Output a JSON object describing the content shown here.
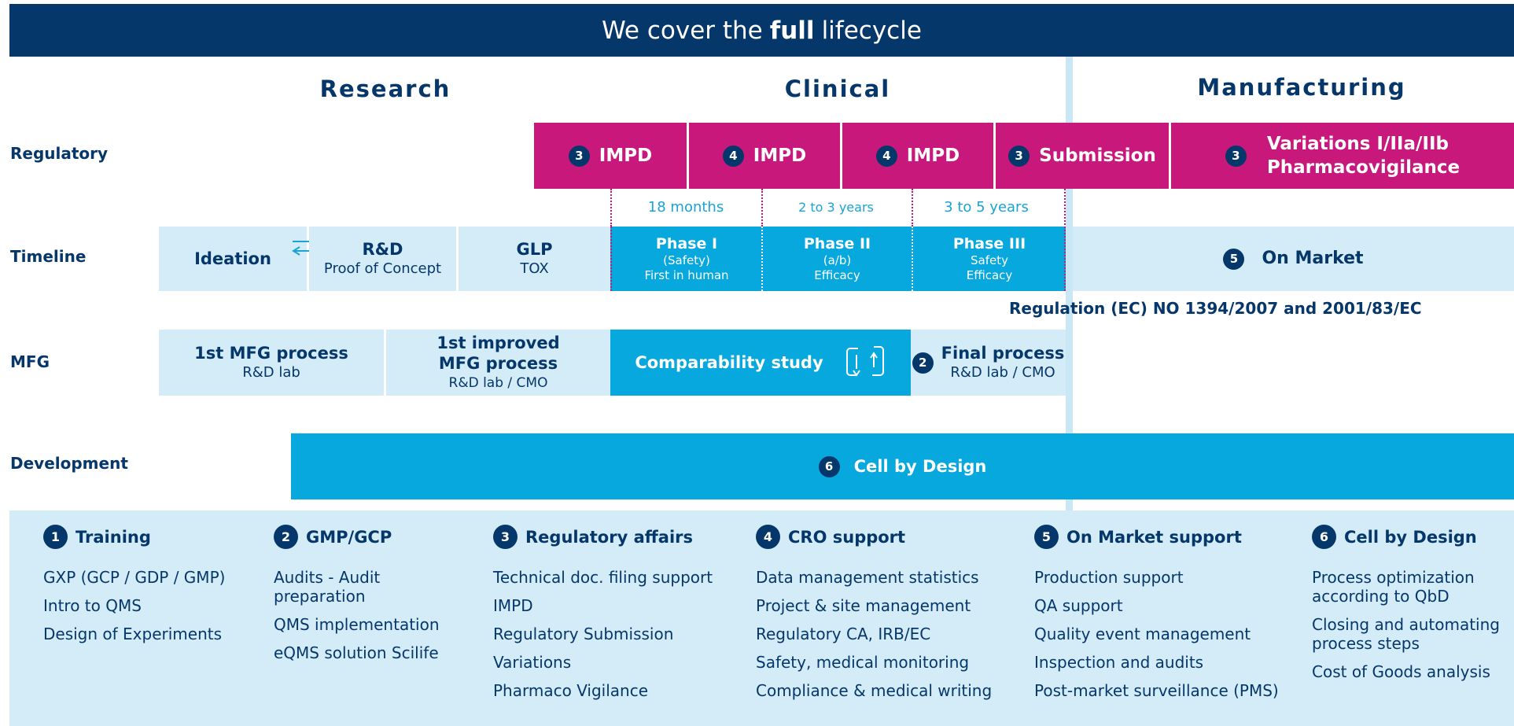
{
  "banner": {
    "prefix": "We cover the",
    "bold": "full",
    "suffix": "lifecycle"
  },
  "sections": {
    "research": "Research",
    "clinical": "Clinical",
    "manufacturing": "Manufacturing"
  },
  "row_labels": {
    "regulatory": "Regulatory",
    "timeline": "Timeline",
    "mfg": "MFG",
    "development": "Development"
  },
  "regulatory": [
    {
      "num": "3",
      "label": "IMPD"
    },
    {
      "num": "4",
      "label": "IMPD"
    },
    {
      "num": "4",
      "label": "IMPD"
    },
    {
      "num": "3",
      "label": "Submission"
    },
    {
      "num": "3",
      "label_line1": "Variations I/IIa/IIb",
      "label_line2": "Pharmacovigilance"
    }
  ],
  "durations": [
    "18 months",
    "2 to 3 years",
    "3 to 5 years"
  ],
  "timeline": {
    "ideation": "Ideation",
    "rd": {
      "title": "R&D",
      "sub": "Proof of Concept"
    },
    "glp": {
      "title": "GLP",
      "sub": "TOX"
    },
    "phases": [
      {
        "title": "Phase I",
        "sub1": "(Safety)",
        "sub2": "First in human"
      },
      {
        "title": "Phase II",
        "sub1": "(a/b)",
        "sub2": "Efficacy"
      },
      {
        "title": "Phase III",
        "sub1": "Safety",
        "sub2": "Efficacy"
      }
    ],
    "on_market": {
      "num": "5",
      "label": "On Market"
    }
  },
  "regulation_text": "Regulation (EC) NO 1394/2007 and 2001/83/EC",
  "mfg": {
    "first": {
      "title": "1st MFG process",
      "sub": "R&D lab"
    },
    "improved": {
      "title1": "1st improved",
      "title2": "MFG process",
      "sub": "R&D lab / CMO"
    },
    "comparability": "Comparability study",
    "final": {
      "num": "2",
      "title": "Final process",
      "sub": "R&D lab / CMO"
    }
  },
  "development": {
    "num": "6",
    "label": "Cell by Design"
  },
  "services": [
    {
      "num": "1",
      "title": "Training",
      "items": [
        "GXP (GCP / GDP / GMP)",
        "Intro to QMS",
        "Design of Experiments"
      ]
    },
    {
      "num": "2",
      "title": "GMP/GCP",
      "items": [
        "Audits - Audit preparation",
        "QMS implementation",
        "eQMS solution Scilife"
      ]
    },
    {
      "num": "3",
      "title": "Regulatory affairs",
      "items": [
        "Technical doc. filing support",
        "IMPD",
        "Regulatory Submission",
        "Variations",
        "Pharmaco Vigilance"
      ]
    },
    {
      "num": "4",
      "title": "CRO support",
      "items": [
        "Data management statistics",
        "Project & site management",
        "Regulatory CA, IRB/EC",
        "Safety, medical monitoring",
        "Compliance & medical writing"
      ]
    },
    {
      "num": "5",
      "title": "On Market support",
      "items": [
        "Production support",
        "QA support",
        "Quality event management",
        "Inspection and audits",
        "Post-market surveillance (PMS)"
      ]
    },
    {
      "num": "6",
      "title": "Cell by Design",
      "items": [
        "Process optimization according to QbD",
        "Closing and automating process steps",
        "Cost of Goods analysis"
      ]
    }
  ],
  "colors": {
    "navy": "#06376b",
    "magenta": "#c8187b",
    "cyan": "#06a8dd",
    "light": "#d3ecf7"
  },
  "icons": {
    "swap": "swap-arrows-icon",
    "cycle": "cycle-arrows-icon"
  }
}
